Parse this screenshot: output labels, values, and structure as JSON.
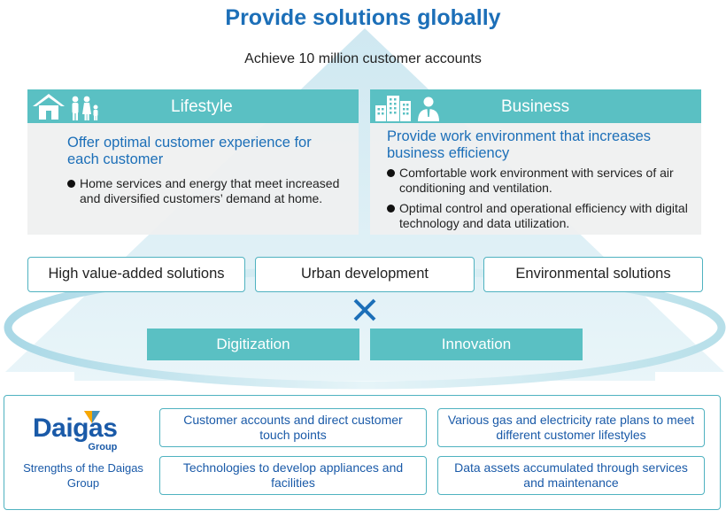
{
  "title": "Provide solutions globally",
  "subtitle": "Achieve 10 million customer accounts",
  "lifestyle": {
    "label": "Lifestyle",
    "heading": "Offer optimal customer experience for each customer",
    "bullets": [
      "Home services and energy that meet increased and diversified customers’ demand at home."
    ]
  },
  "business": {
    "label": "Business",
    "heading": "Provide work environment that increases business efficiency",
    "bullets": [
      "Comfortable work environment with services of air conditioning and ventilation.",
      "Optimal control and operational efficiency with digital technology and data utilization."
    ]
  },
  "solutions": [
    "High value-added solutions",
    "Urban development",
    "Environmental solutions"
  ],
  "drivers": [
    "Digitization",
    "Innovation"
  ],
  "strengths": {
    "logo_name": "Daigas",
    "logo_group": "Group",
    "label": "Strengths of the Daigas Group",
    "items": [
      "Customer accounts and direct customer touch points",
      "Various gas and electricity rate plans to meet different customer lifestyles",
      "Technologies to develop appliances and facilities",
      "Data assets accumulated through services and maintenance"
    ]
  },
  "icons": [
    "house-icon",
    "family-icon",
    "buildings-icon",
    "businessman-icon",
    "cross-icon"
  ],
  "colors": {
    "accent_blue": "#1c6fb8",
    "teal": "#5ac0c3",
    "teal_border": "#4fb2c0",
    "panel_gray": "#efefef",
    "arrow_light": "#d6ecf3"
  }
}
